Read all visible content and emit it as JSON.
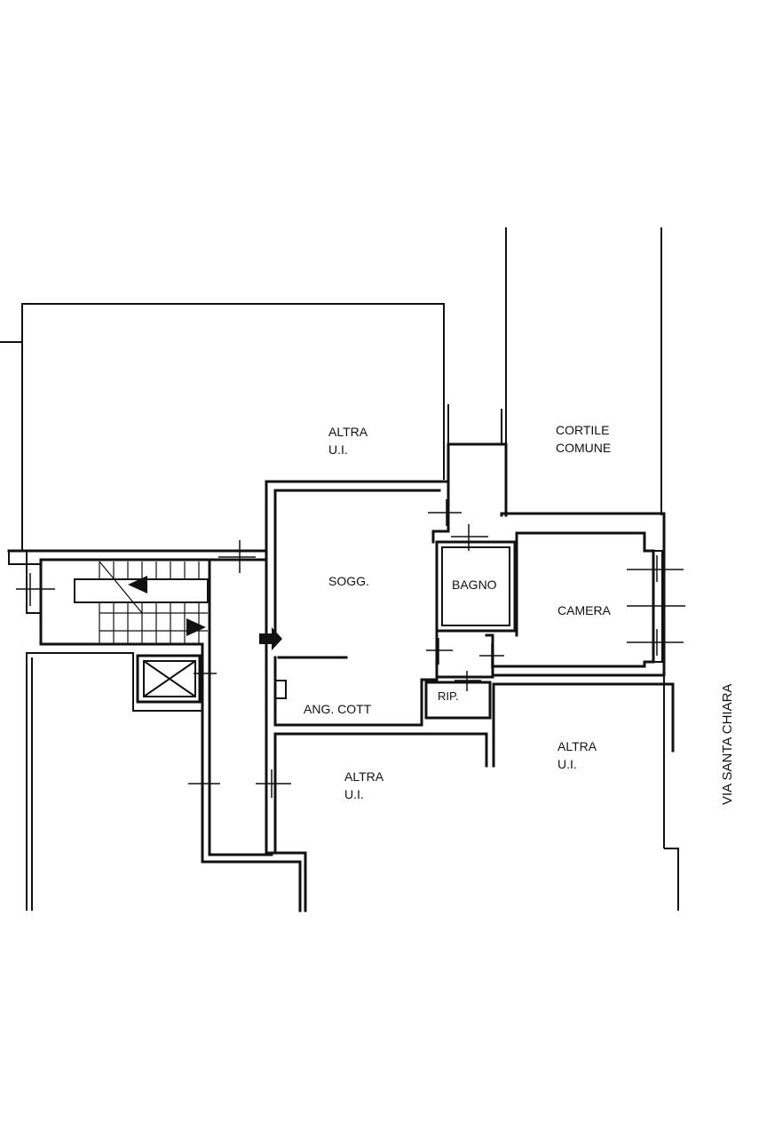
{
  "plan": {
    "rooms": {
      "altra_top_line1": "ALTRA",
      "altra_top_line2": "U.I.",
      "cortile_line1": "CORTILE",
      "cortile_line2": "COMUNE",
      "sogg": "SOGG.",
      "bagno": "BAGNO",
      "camera": "CAMERA",
      "rip": "RIP.",
      "ang_cott": "ANG. COTT",
      "altra_bottom_line1": "ALTRA",
      "altra_bottom_line2": "U.I.",
      "altra_right_line1": "ALTRA",
      "altra_right_line2": "U.I."
    },
    "street": "VIA SANTA CHIARA"
  }
}
